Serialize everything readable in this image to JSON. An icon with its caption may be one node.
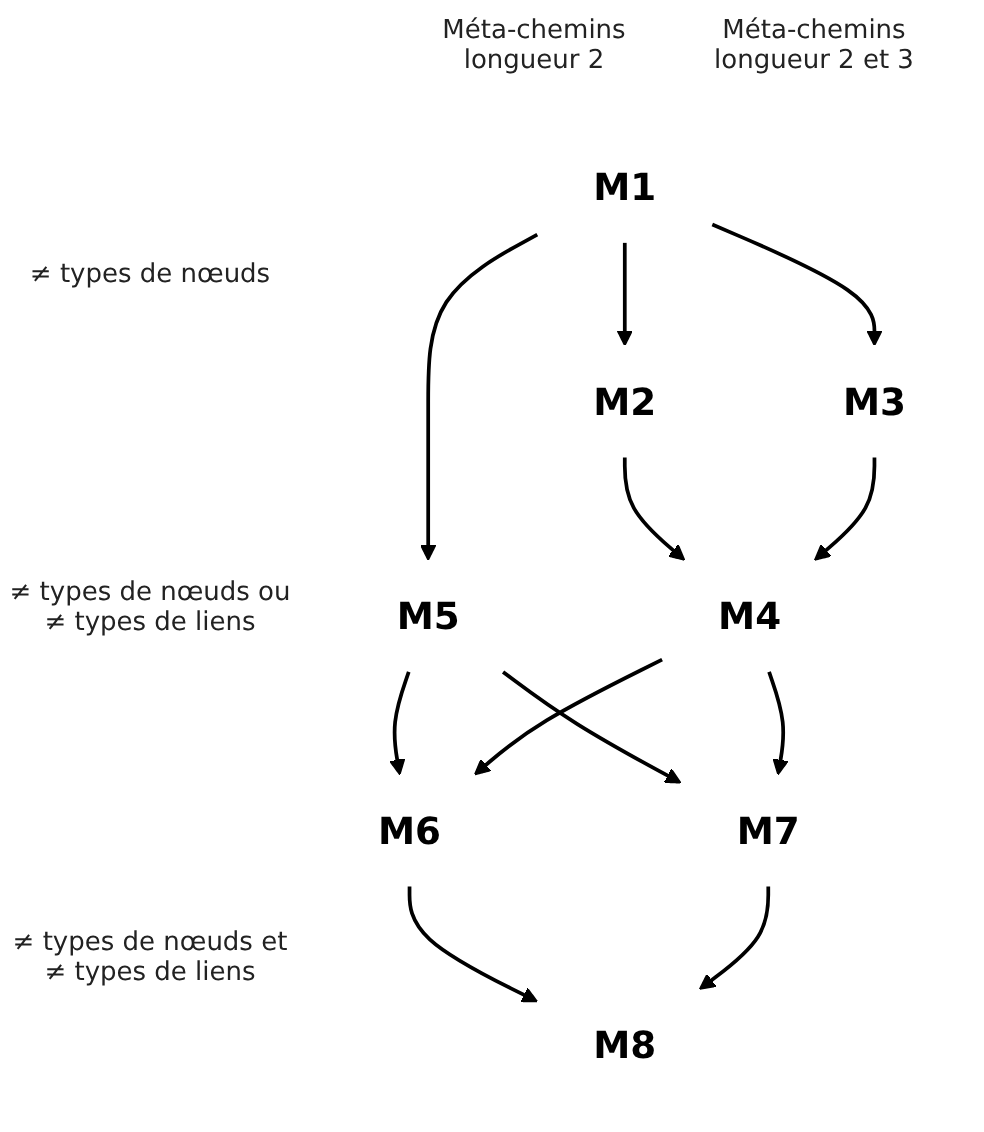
{
  "diagram": {
    "nodes": [
      {
        "text": [
          "M1"
        ]
      },
      {
        "text": [
          "M5"
        ]
      },
      {
        "text": [
          "M2"
        ]
      },
      {
        "text": [
          "M3"
        ]
      },
      {
        "text": [
          "M4"
        ]
      },
      {
        "text": [
          "M6"
        ]
      },
      {
        "text": [
          "M7"
        ]
      },
      {
        "text": [
          "M8"
        ]
      }
    ],
    "edges": [
      {
        "from": 0,
        "to": 1,
        "arrow": "to"
      },
      {
        "from": 0,
        "to": 2,
        "arrow": "to"
      },
      {
        "from": 0,
        "to": 3,
        "arrow": "to"
      },
      {
        "from": 1,
        "to": 5,
        "arrow": "to"
      },
      {
        "from": 1,
        "to": 6,
        "arrow": "to"
      },
      {
        "from": 2,
        "to": 4,
        "arrow": "to"
      },
      {
        "from": 3,
        "to": 4,
        "arrow": "to"
      },
      {
        "from": 4,
        "to": 6,
        "arrow": "to"
      },
      {
        "from": 4,
        "to": 5,
        "arrow": "to"
      },
      {
        "from": 5,
        "to": 7,
        "arrow": "to"
      },
      {
        "from": 6,
        "to": 7,
        "arrow": "to"
      }
    ],
    "labels": [
      "Méta-chemins longueur 2",
      "Méta-chemins longueur 2 et 3",
      "≠ types de nœuds",
      "≠ types de nœuds ou ≠ types de liens",
      "≠ types de nœuds et ≠ types de liens"
    ]
  }
}
